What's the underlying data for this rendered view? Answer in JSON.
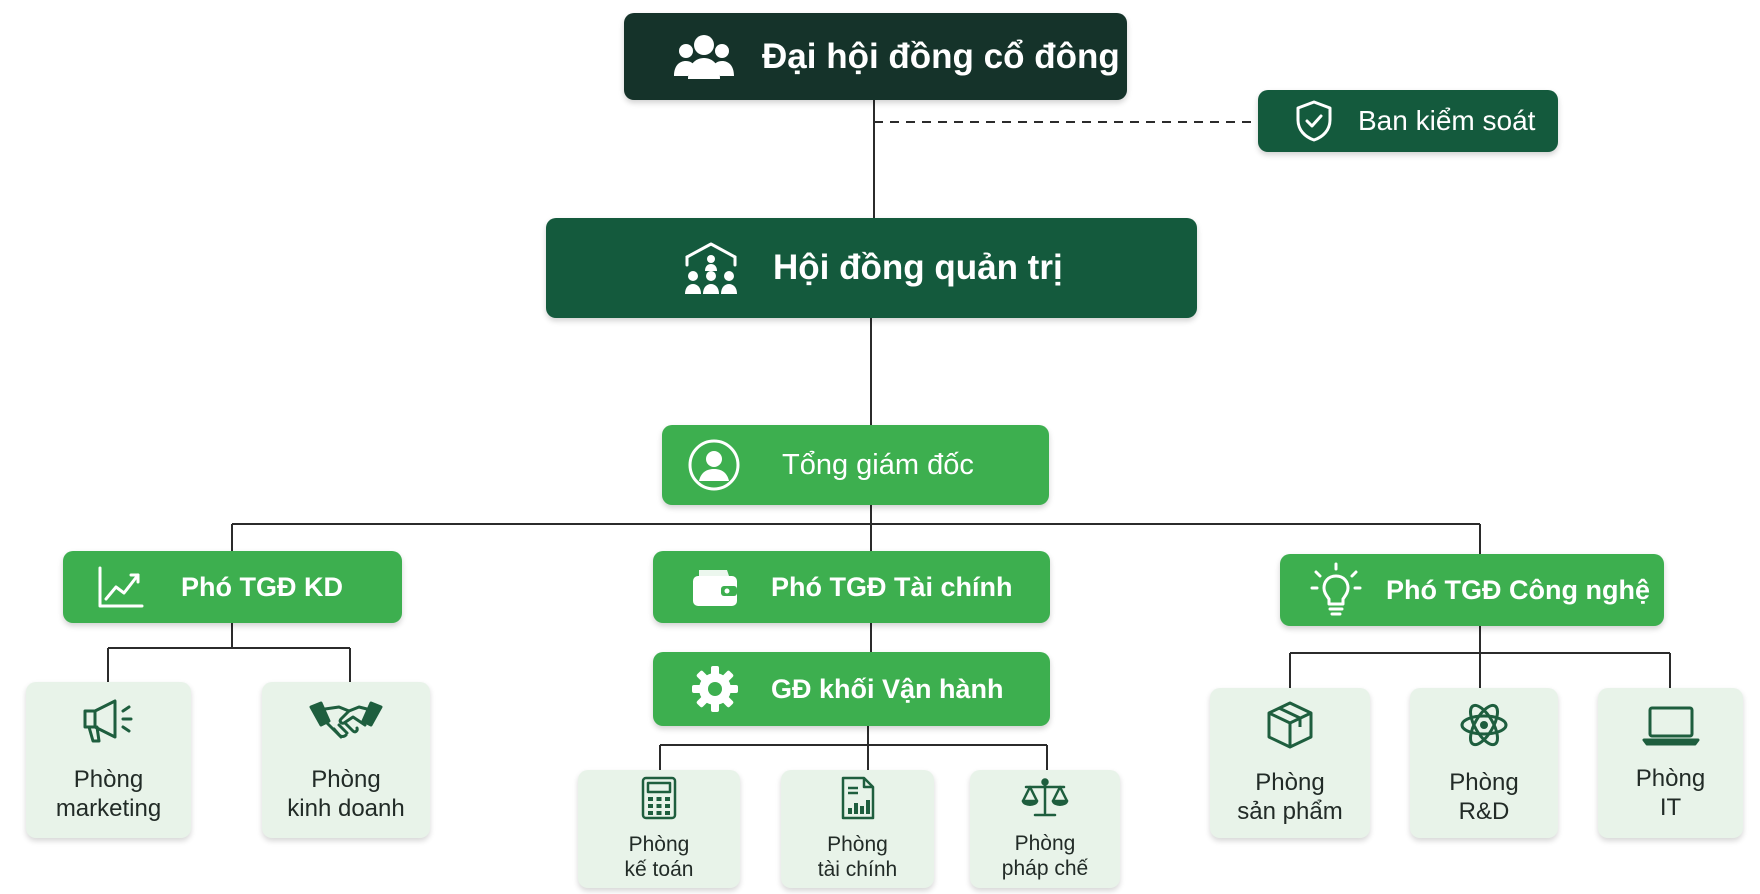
{
  "colors": {
    "dark": "#15332a",
    "mid": "#145a3d",
    "green": "#3daf4f",
    "dept_bg": "#e8f3e9",
    "icon": "#1e5e3e",
    "line": "#2b2b2b"
  },
  "nodes": {
    "dhdcd": {
      "label": "Đại hội đồng cổ đông",
      "icon": "users-icon"
    },
    "bks": {
      "label": "Ban kiểm soát",
      "icon": "shield-check-icon"
    },
    "hdqt": {
      "label": "Hội đồng quản trị",
      "icon": "board-icon"
    },
    "tgd": {
      "label": "Tổng giám đốc",
      "icon": "user-circle-icon"
    },
    "ptgd_kd": {
      "label": "Phó TGĐ KD",
      "icon": "chart-up-icon"
    },
    "ptgd_tc": {
      "label": "Phó TGĐ Tài chính",
      "icon": "wallet-icon"
    },
    "gd_vh": {
      "label": "GĐ khối Vận hành",
      "icon": "gear-icon"
    },
    "ptgd_cn": {
      "label": "Phó TGĐ Công nghệ",
      "icon": "lightbulb-icon"
    }
  },
  "departments": {
    "marketing": {
      "line1": "Phòng",
      "line2": "marketing",
      "icon": "megaphone-icon"
    },
    "kinhdoanh": {
      "line1": "Phòng",
      "line2": "kinh doanh",
      "icon": "handshake-icon"
    },
    "ketoan": {
      "line1": "Phòng",
      "line2": "kế toán",
      "icon": "calculator-icon"
    },
    "taichinh": {
      "line1": "Phòng",
      "line2": "tài chính",
      "icon": "report-icon"
    },
    "phapche": {
      "line1": "Phòng",
      "line2": "pháp chế",
      "icon": "scales-icon"
    },
    "sanpham": {
      "line1": "Phòng",
      "line2": "sản phẩm",
      "icon": "box-icon"
    },
    "rd": {
      "line1": "Phòng",
      "line2": "R&D",
      "icon": "atom-icon"
    },
    "it": {
      "line1": "Phòng",
      "line2": "IT",
      "icon": "laptop-icon"
    }
  }
}
